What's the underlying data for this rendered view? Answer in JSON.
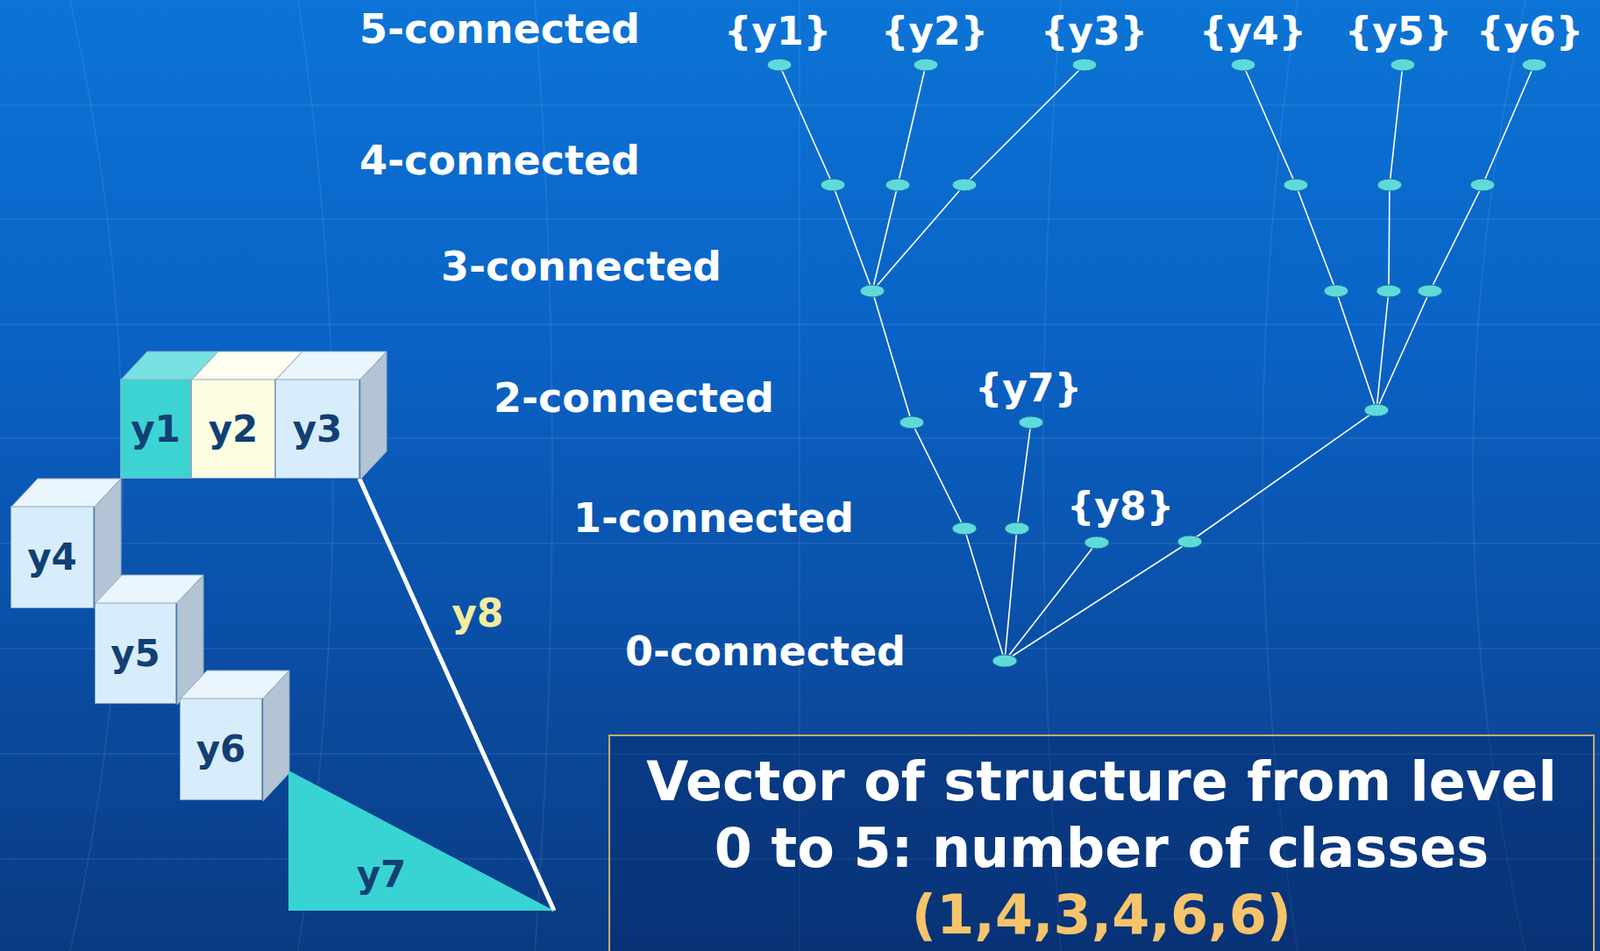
{
  "diagram": {
    "nodes": [
      {
        "text": [
          "y1"
        ]
      },
      {
        "text": [
          "y2"
        ]
      },
      {
        "text": [
          "y3"
        ]
      },
      {
        "text": [
          "y4"
        ]
      },
      {
        "text": [
          "y5"
        ]
      },
      {
        "text": [
          "y6"
        ]
      },
      {
        "text": [
          "y7"
        ]
      },
      {
        "text": [
          "Vector of structure from level 0 to 5: number of classes",
          "(1,4,3,4,6,6)"
        ]
      }
    ],
    "edges": [
      {
        "from": 2,
        "to": 6,
        "arrow": "none",
        "label": "y8"
      }
    ],
    "labels": [
      "5-connected",
      "{y1}",
      "{y2}",
      "{y3}",
      "{y4}",
      "{y5}",
      "{y6}",
      "4-connected",
      "3-connected",
      "2-connected",
      "{y7}",
      "1-connected",
      "{y8}",
      "0-connected"
    ]
  }
}
